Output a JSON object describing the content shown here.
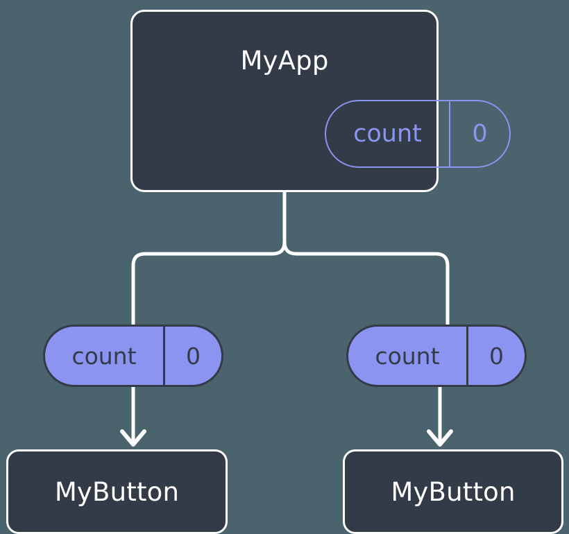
{
  "diagram": {
    "type": "react-state-propagation-tree",
    "background_color": "#4b636c",
    "node_fill": "#343b48",
    "node_stroke": "#ffffff",
    "accent_color": "#8b94f0",
    "edge_color": "#ffffff",
    "title": "MyApp",
    "nodes": {
      "root": {
        "label": "MyApp",
        "state": {
          "key": "count",
          "value": "0"
        }
      },
      "children": [
        {
          "label": "MyButton",
          "prop": {
            "key": "count",
            "value": "0"
          }
        },
        {
          "label": "MyButton",
          "prop": {
            "key": "count",
            "value": "0"
          }
        }
      ]
    },
    "edges": [
      {
        "from": "MyApp",
        "to": "left-branch",
        "style": "elbow"
      },
      {
        "from": "MyApp",
        "to": "right-branch",
        "style": "elbow"
      },
      {
        "from": "left-prop-pill",
        "to": "MyButton-left",
        "style": "arrow"
      },
      {
        "from": "right-prop-pill",
        "to": "MyButton-right",
        "style": "arrow"
      }
    ]
  }
}
